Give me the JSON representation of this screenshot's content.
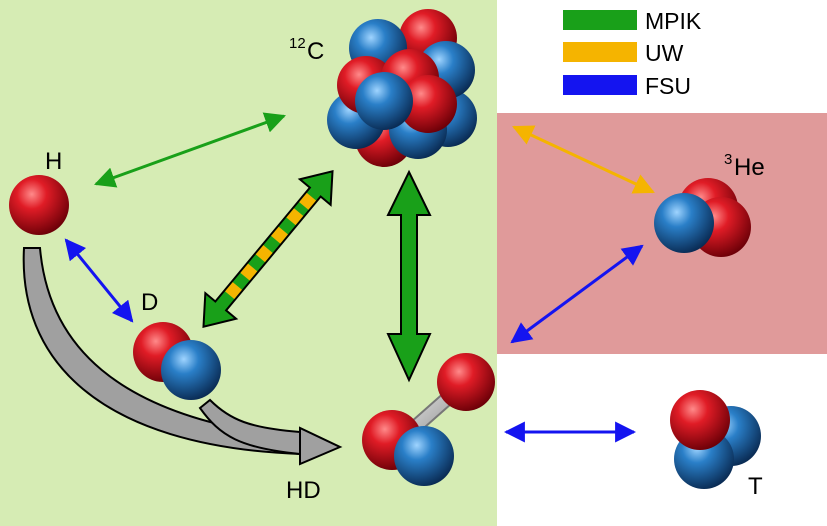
{
  "legend": [
    {
      "label": "MPIK",
      "color": "#19a019"
    },
    {
      "label": "UW",
      "color": "#f5b400"
    },
    {
      "label": "FSU",
      "color": "#1414f0"
    }
  ],
  "labels": {
    "c12_sup": "12",
    "c12_main": "C",
    "he3_sup": "3",
    "he3_main": "He",
    "h": "H",
    "d": "D",
    "hd": "HD",
    "t": "T"
  },
  "colors": {
    "green_region": "#d6ecb4",
    "red_region": "#e09a9a",
    "proton": "#c8101e",
    "neutron": "#1a6ab0",
    "arrow_gray": "#a0a0a0"
  }
}
